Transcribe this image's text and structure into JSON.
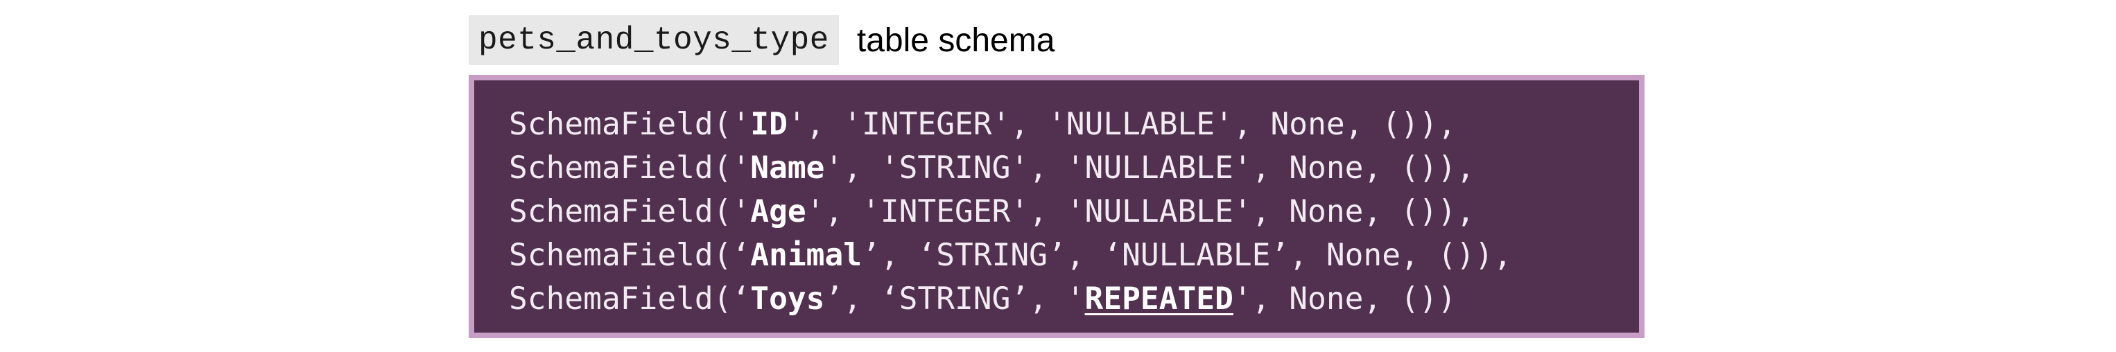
{
  "header": {
    "table_name": "pets_and_toys_type",
    "caption": "table schema"
  },
  "schema": {
    "fields": [
      {
        "prefix": "SchemaField('",
        "name": "ID",
        "middle": "', 'INTEGER', '",
        "mode": "NULLABLE",
        "suffix": "', None, ()),"
      },
      {
        "prefix": "SchemaField('",
        "name": "Name",
        "middle": "', 'STRING', '",
        "mode": "NULLABLE",
        "suffix": "', None, ()),"
      },
      {
        "prefix": "SchemaField('",
        "name": "Age",
        "middle": "', 'INTEGER', '",
        "mode": "NULLABLE",
        "suffix": "', None, ()),"
      },
      {
        "prefix": "SchemaField(‘",
        "name": "Animal",
        "middle": "’, ‘STRING’, ‘",
        "mode": "NULLABLE",
        "suffix": "’, None, ()),"
      },
      {
        "prefix": "SchemaField(‘",
        "name": "Toys",
        "middle": "’, ‘STRING’, '",
        "mode": "REPEATED",
        "suffix": "', None, ())"
      }
    ]
  },
  "colors": {
    "box_background": "#52304f",
    "box_border": "#c89dc6",
    "chip_background": "#e8e8e8"
  }
}
